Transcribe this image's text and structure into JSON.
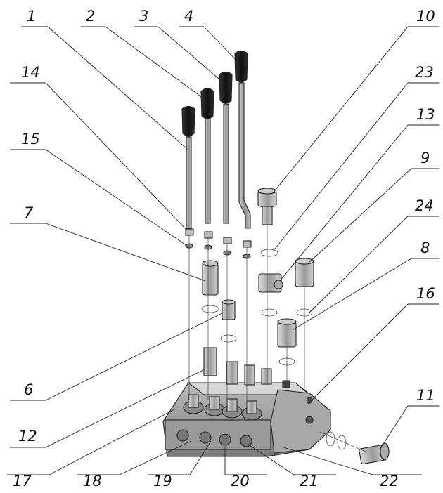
{
  "diagram": {
    "callouts": [
      "1",
      "2",
      "3",
      "4",
      "10",
      "14",
      "23",
      "13",
      "15",
      "9",
      "7",
      "24",
      "8",
      "16",
      "6",
      "11",
      "12",
      "17",
      "18",
      "19",
      "20",
      "21",
      "22"
    ]
  }
}
